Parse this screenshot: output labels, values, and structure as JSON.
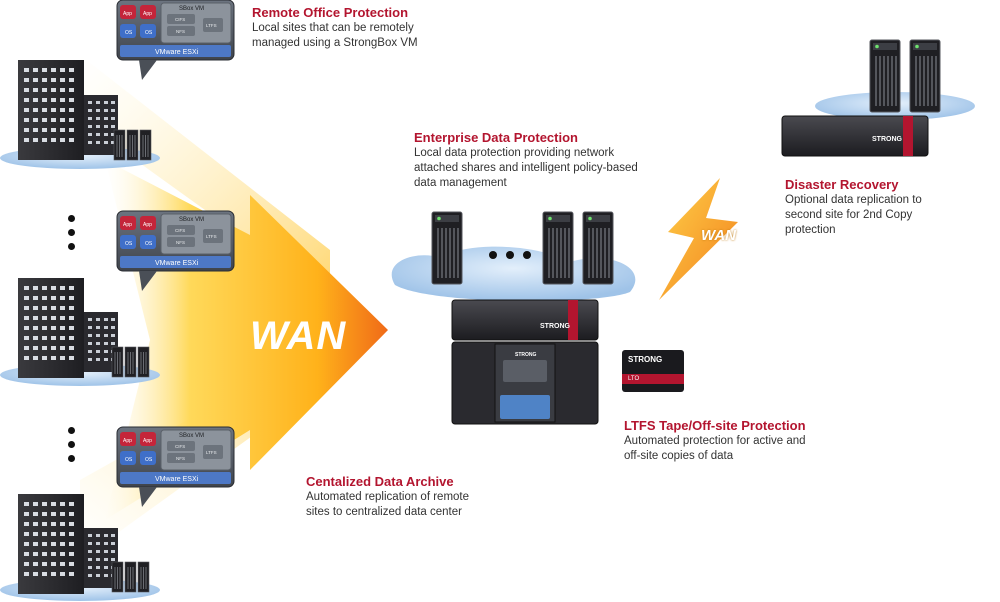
{
  "captions": {
    "remote_office": {
      "title": "Remote Office Protection",
      "lines": [
        "Local sites that can be remotely",
        "managed using a StrongBox VM"
      ]
    },
    "enterprise": {
      "title": "Enterprise Data Protection",
      "lines": [
        "Local data protection providing network",
        "attached shares and intelligent policy-based",
        "data management"
      ]
    },
    "disaster": {
      "title": "Disaster Recovery",
      "lines": [
        "Optional data replication to",
        "second site for 2nd Copy",
        "protection"
      ]
    },
    "ltfs": {
      "title": "LTFS Tape/Off-site Protection",
      "lines": [
        "Automated protection for active and",
        "off-site copies of data"
      ]
    },
    "archive": {
      "title": "Centalized Data Archive",
      "lines": [
        "Automated replication of remote",
        "sites to centralized data center"
      ]
    }
  },
  "wan_label": "WAN",
  "wan_link_label": "WAN",
  "vm_panel": {
    "title": "SBox VM",
    "app_label": "App",
    "os_label": "OS",
    "cifs_label": "CIFS",
    "nfs_label": "NFS",
    "ltfs_label": "LTFS",
    "hypervisor": "VMware ESXi"
  },
  "brand": {
    "appliance_logo": "STRONG",
    "tape_logo": "STRONG",
    "tape_media": "LTO"
  },
  "colors": {
    "accent_red": "#b3152f",
    "wan_orange": "#f0741e",
    "wan_yellow": "#ffc21a",
    "cloud_blue": "#b5d3f0"
  }
}
